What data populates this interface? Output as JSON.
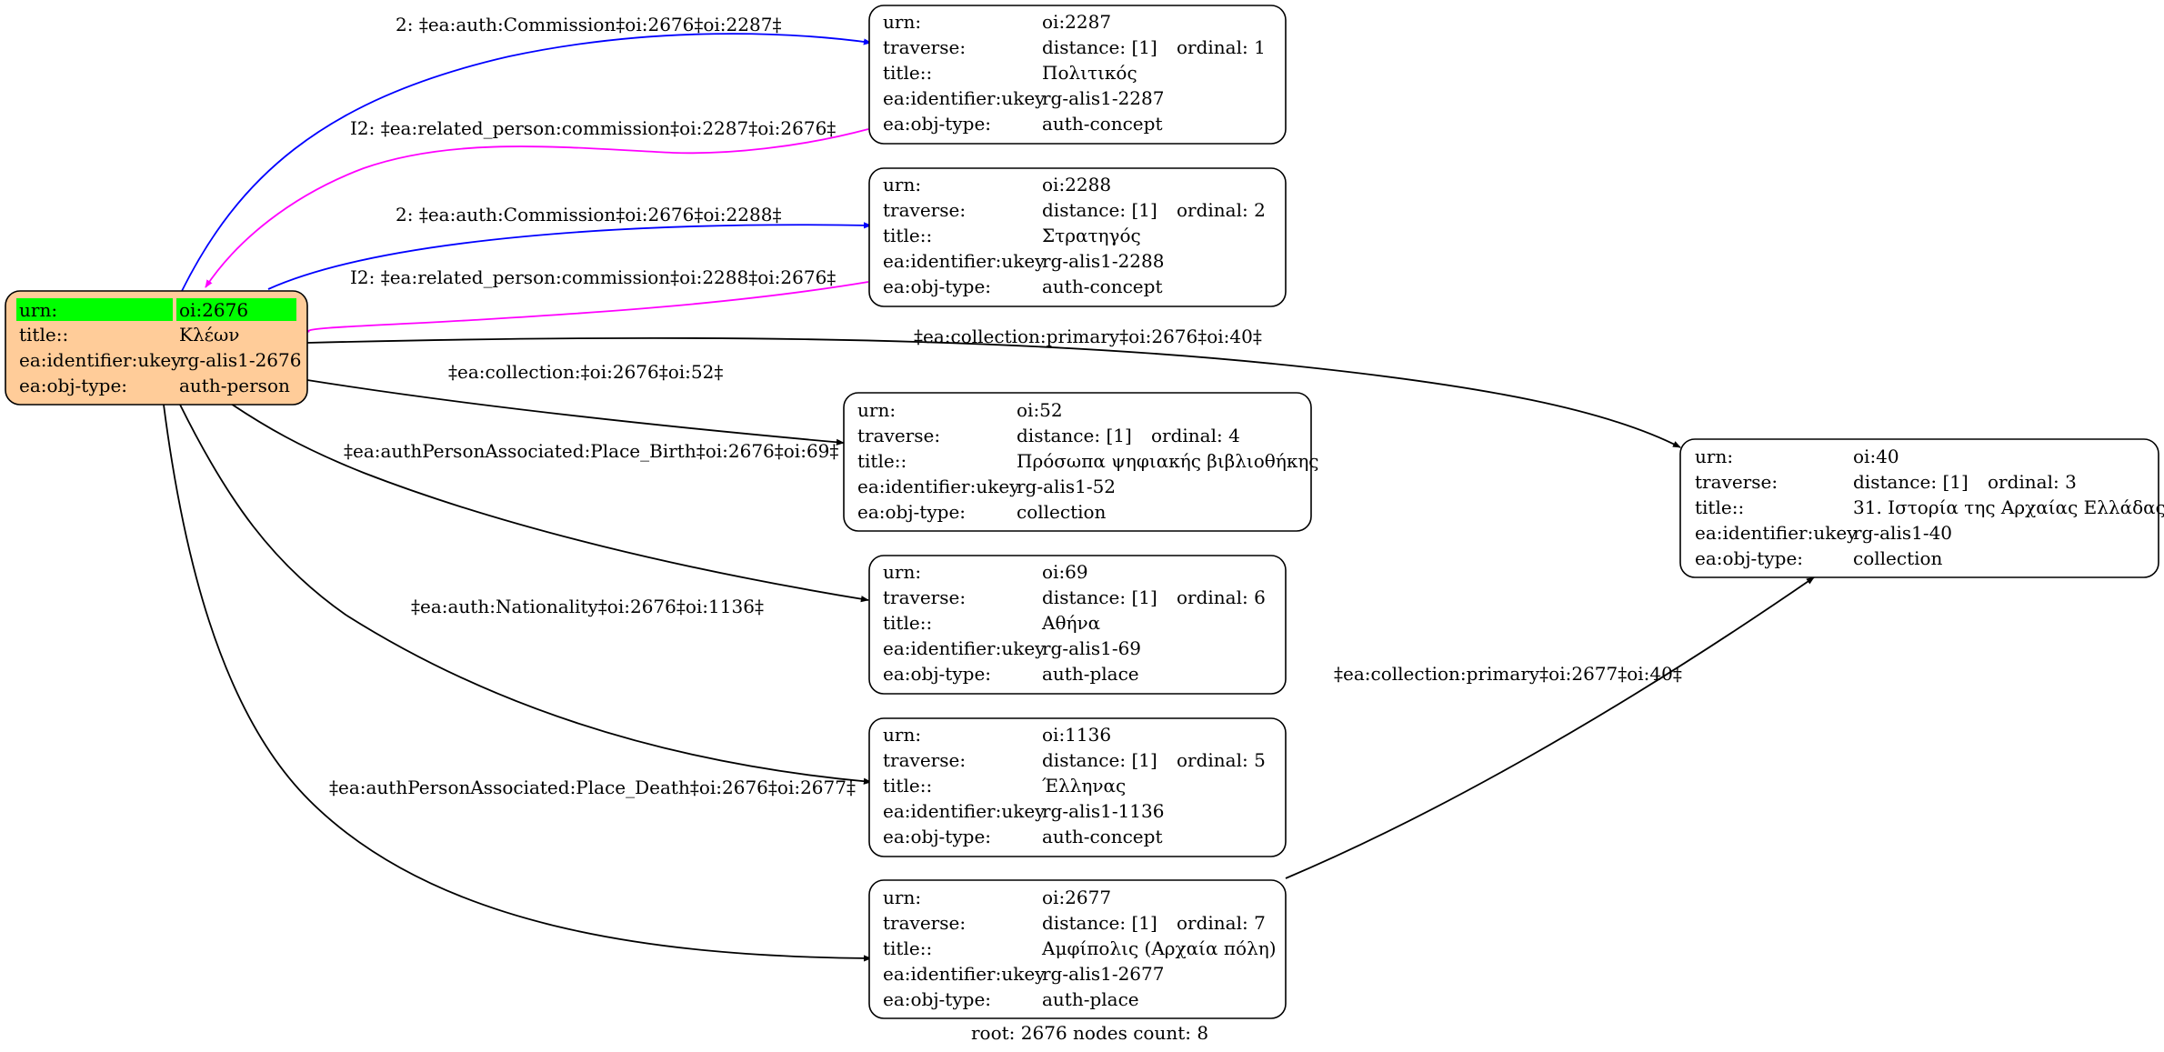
{
  "root": {
    "rows": [
      {
        "key": "urn:",
        "value": "oi:2676"
      },
      {
        "key": "title::",
        "value": "Κλέων"
      },
      {
        "key": "ea:identifier:ukey",
        "value": "rg-alis1-2676"
      },
      {
        "key": "ea:obj-type:",
        "value": "auth-person"
      }
    ],
    "fill": "#ffcc99",
    "highlight": "#00ff00"
  },
  "nodes": [
    {
      "id": "n2287",
      "urn": "oi:2287",
      "distance": "distance: [1]",
      "ordinal": "ordinal: 1",
      "title": "Πολιτικός",
      "ukey": "rg-alis1-2287",
      "objtype": "auth-concept"
    },
    {
      "id": "n2288",
      "urn": "oi:2288",
      "distance": "distance: [1]",
      "ordinal": "ordinal: 2",
      "title": "Στρατηγός",
      "ukey": "rg-alis1-2288",
      "objtype": "auth-concept"
    },
    {
      "id": "n52",
      "urn": "oi:52",
      "distance": "distance: [1]",
      "ordinal": "ordinal: 4",
      "title": "Πρόσωπα ψηφιακής βιβλιοθήκης",
      "ukey": "rg-alis1-52",
      "objtype": "collection"
    },
    {
      "id": "n69",
      "urn": "oi:69",
      "distance": "distance: [1]",
      "ordinal": "ordinal: 6",
      "title": "Αθήνα",
      "ukey": "rg-alis1-69",
      "objtype": "auth-place"
    },
    {
      "id": "n1136",
      "urn": "oi:1136",
      "distance": "distance: [1]",
      "ordinal": "ordinal: 5",
      "title": "Έλληνας",
      "ukey": "rg-alis1-1136",
      "objtype": "auth-concept"
    },
    {
      "id": "n2677",
      "urn": "oi:2677",
      "distance": "distance: [1]",
      "ordinal": "ordinal: 7",
      "title": "Αμφίπολις (Αρχαία πόλη)",
      "ukey": "rg-alis1-2677",
      "objtype": "auth-place"
    },
    {
      "id": "n40",
      "urn": "oi:40",
      "distance": "distance: [1]",
      "ordinal": "ordinal: 3",
      "title": "31. Ιστορία της Αρχαίας Ελλάδας",
      "ukey": "rg-alis1-40",
      "objtype": "collection"
    }
  ],
  "row_keys": {
    "urn": "urn:",
    "traverse": "traverse:",
    "title": "title::",
    "ukey": "ea:identifier:ukey",
    "objtype": "ea:obj-type:"
  },
  "edges": [
    {
      "id": "e1",
      "label": "2: ‡ea:auth:Commission‡oi:2676‡oi:2287‡",
      "color": "#0000ff"
    },
    {
      "id": "e2",
      "label": "I2: ‡ea:related_person:commission‡oi:2287‡oi:2676‡",
      "color": "#ff00ff"
    },
    {
      "id": "e3",
      "label": "2: ‡ea:auth:Commission‡oi:2676‡oi:2288‡",
      "color": "#0000ff"
    },
    {
      "id": "e4",
      "label": "I2: ‡ea:related_person:commission‡oi:2288‡oi:2676‡",
      "color": "#ff00ff"
    },
    {
      "id": "e5",
      "label": "‡ea:collection:primary‡oi:2676‡oi:40‡",
      "color": "#000000"
    },
    {
      "id": "e6",
      "label": "‡ea:collection:‡oi:2676‡oi:52‡",
      "color": "#000000"
    },
    {
      "id": "e7",
      "label": "‡ea:authPersonAssociated:Place_Birth‡oi:2676‡oi:69‡",
      "color": "#000000"
    },
    {
      "id": "e8",
      "label": "‡ea:auth:Nationality‡oi:2676‡oi:1136‡",
      "color": "#000000"
    },
    {
      "id": "e9",
      "label": "‡ea:authPersonAssociated:Place_Death‡oi:2676‡oi:2677‡",
      "color": "#000000"
    },
    {
      "id": "e10",
      "label": "‡ea:collection:primary‡oi:2677‡oi:40‡",
      "color": "#000000"
    }
  ],
  "footer": "root: 2676 nodes count: 8"
}
